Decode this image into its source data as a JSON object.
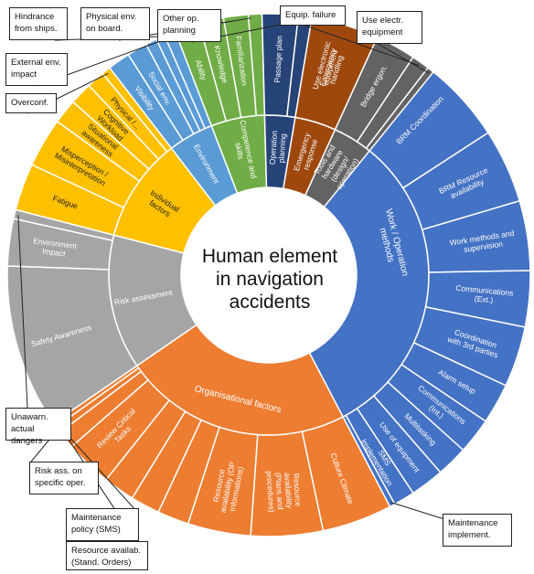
{
  "chart_data": {
    "type": "sunburst",
    "title": "Human element\nin navigation\naccidents",
    "categories": [
      {
        "name": "Work / Operation methods",
        "color": "#4472c4",
        "start": -1.0,
        "end": 152.4,
        "children": [
          {
            "name": "Use electronic equipment",
            "color": "#4472c4",
            "start": -1.0,
            "end": 31.5
          },
          {
            "name": "BRM Coordination",
            "color": "#4472c4",
            "start": 31.5,
            "end": 57.0
          },
          {
            "name": "BRM Resource availability",
            "color": "#4472c4",
            "start": 57.0,
            "end": 73.5
          },
          {
            "name": "Work methods and supervision",
            "color": "#4472c4",
            "start": 73.5,
            "end": 89.0
          },
          {
            "name": "Communications (Ext.)",
            "color": "#4472c4",
            "start": 89.0,
            "end": 101.5
          },
          {
            "name": "Coordination with 3rd parties",
            "color": "#4472c4",
            "start": 101.5,
            "end": 115.0
          },
          {
            "name": "Alarm setup",
            "color": "#4472c4",
            "start": 115.0,
            "end": 124.0
          },
          {
            "name": "Communications (Int.)",
            "color": "#4472c4",
            "start": 124.0,
            "end": 132.0
          },
          {
            "name": "Multitasking",
            "color": "#4472c4",
            "start": 132.0,
            "end": 139.0
          },
          {
            "name": "Use of equipment",
            "color": "#4472c4",
            "start": 139.0,
            "end": 146.5
          },
          {
            "name": "SMS Implementation",
            "color": "#4472c4",
            "start": 146.5,
            "end": 151.2
          },
          {
            "name": "",
            "color": "#4472c4",
            "start": 151.2,
            "end": 152.4
          }
        ]
      },
      {
        "name": "Organisational factors",
        "color": "#ed7d31",
        "start": 152.4,
        "end": 235.5,
        "children": [
          {
            "name": "Culture Climate",
            "color": "#ed7d31",
            "start": 152.4,
            "end": 168.0
          },
          {
            "name": "Resource availability (Plans and procedures)",
            "color": "#ed7d31",
            "start": 168.0,
            "end": 184.0
          },
          {
            "name": "Resource availability (OP Informations)",
            "color": "#ed7d31",
            "start": 184.0,
            "end": 198.0
          },
          {
            "name": "",
            "color": "#ed7d31",
            "start": 198.0,
            "end": 205.0
          },
          {
            "name": "",
            "color": "#ed7d31",
            "start": 205.0,
            "end": 211.5
          },
          {
            "name": "",
            "color": "#ed7d31",
            "start": 211.5,
            "end": 218.5
          },
          {
            "name": "Review Critical Tasks",
            "color": "#ed7d31",
            "start": 218.5,
            "end": 229.0
          },
          {
            "name": "",
            "color": "#ed7d31",
            "start": 229.0,
            "end": 233.0
          },
          {
            "name": "",
            "color": "#ed7d31",
            "start": 233.0,
            "end": 234.5
          },
          {
            "name": "",
            "color": "#ed7d31",
            "start": 234.5,
            "end": 235.5
          }
        ]
      },
      {
        "name": "Risk assessment",
        "color": "#a5a5a5",
        "start": 235.5,
        "end": 284.5,
        "children": [
          {
            "name": "Safety Awareness",
            "color": "#a5a5a5",
            "start": 235.5,
            "end": 272.0
          },
          {
            "name": "Environment Impact",
            "color": "#a5a5a5",
            "start": 272.0,
            "end": 282.5
          },
          {
            "name": "",
            "color": "#a5a5a5",
            "start": 282.5,
            "end": 284.5
          }
        ]
      },
      {
        "name": "Individual factors",
        "color": "#ffc000",
        "start": 284.5,
        "end": 322.5,
        "children": [
          {
            "name": "Fatigue",
            "color": "#ffc000",
            "start": 284.5,
            "end": 295.0
          },
          {
            "name": "Misperception / Misinterpretation",
            "color": "#ffc000",
            "start": 295.0,
            "end": 306.0
          },
          {
            "name": "Situational awareness",
            "color": "#ffc000",
            "start": 306.0,
            "end": 311.5
          },
          {
            "name": "Cognitive Workload",
            "color": "#ffc000",
            "start": 311.5,
            "end": 316.5
          },
          {
            "name": "Physical /...",
            "color": "#ffc000",
            "start": 316.5,
            "end": 320.5
          },
          {
            "name": "",
            "color": "#ffc000",
            "start": 320.5,
            "end": 322.5
          }
        ]
      },
      {
        "name": "Environment",
        "color": "#5b9bd5",
        "start": 322.5,
        "end": 339.0,
        "children": [
          {
            "name": "Visibility",
            "color": "#5b9bd5",
            "start": 322.5,
            "end": 327.5
          },
          {
            "name": "Social env.",
            "color": "#5b9bd5",
            "start": 327.5,
            "end": 332.0
          },
          {
            "name": "",
            "color": "#5b9bd5",
            "start": 332.0,
            "end": 334.5
          },
          {
            "name": "",
            "color": "#5b9bd5",
            "start": 334.5,
            "end": 336.5
          },
          {
            "name": "",
            "color": "#5b9bd5",
            "start": 336.5,
            "end": 339.0
          }
        ]
      },
      {
        "name": "Competence and skills",
        "color": "#70ad47",
        "start": 339.0,
        "end": 358.5,
        "children": [
          {
            "name": "Ability",
            "color": "#70ad47",
            "start": 339.0,
            "end": 344.5
          },
          {
            "name": "Knowledge",
            "color": "#70ad47",
            "start": 344.5,
            "end": 350.0
          },
          {
            "name": "Familiarization",
            "color": "#70ad47",
            "start": 350.0,
            "end": 355.5
          },
          {
            "name": "",
            "color": "#70ad47",
            "start": 355.5,
            "end": 358.5
          }
        ]
      },
      {
        "name": "Operation planning",
        "color": "#264478",
        "start": 358.5,
        "end": 369.5,
        "children": [
          {
            "name": "Passage plan",
            "color": "#264478",
            "start": 358.5,
            "end": 366.5
          },
          {
            "name": "",
            "color": "#264478",
            "start": 366.5,
            "end": 369.5
          }
        ]
      },
      {
        "name": "Emergency response",
        "color": "#9e480e",
        "start": 369.5,
        "end": 384.5,
        "children": [
          {
            "name": "Emergency handling",
            "color": "#9e480e",
            "start": 369.5,
            "end": 384.5
          }
        ]
      },
      {
        "name": "Tools and hardware (design/ operation)",
        "color": "#636363",
        "start": 384.5,
        "end": 399.0,
        "children": [
          {
            "name": "Bridge ergon.",
            "color": "#636363",
            "start": 384.5,
            "end": 393.5
          },
          {
            "name": "",
            "color": "#636363",
            "start": 393.5,
            "end": 397.5
          },
          {
            "name": "",
            "color": "#636363",
            "start": 397.5,
            "end": 399.0
          }
        ]
      }
    ],
    "callouts": [
      {
        "id": "hindrance",
        "text": "Hindrance\nfrom ships.",
        "angle": 338.0
      },
      {
        "id": "physical-env",
        "text": "Physical env.\non board.",
        "angle": 356.0
      },
      {
        "id": "other-op",
        "text": "Other op.\nplanning",
        "angle": 368.0
      },
      {
        "id": "equip-failure",
        "text": "Equip. failure",
        "angle": 395.5
      },
      {
        "id": "use-electr",
        "text": "Use electr.\nequipment",
        "angle": 398.3
      },
      {
        "id": "external-env",
        "text": "External env.\nimpact",
        "angle": 335.5
      },
      {
        "id": "overconf",
        "text": "Overconf.",
        "angle": 321.5
      },
      {
        "id": "unawarn",
        "text": "Unawarn.\nactual dangers",
        "angle": 283.5
      },
      {
        "id": "risk-ass",
        "text": "Risk ass. on\nspecific oper.",
        "angle": 234.0
      },
      {
        "id": "maint-policy",
        "text": "Maintenance\npolicy (SMS)",
        "angle": 233.8
      },
      {
        "id": "resource-avail",
        "text": "Resource availab.\n(Stand. Orders)",
        "angle": 235.0
      },
      {
        "id": "maint-implement",
        "text": "Maintenance\nimplement.",
        "angle": 151.8
      }
    ]
  }
}
